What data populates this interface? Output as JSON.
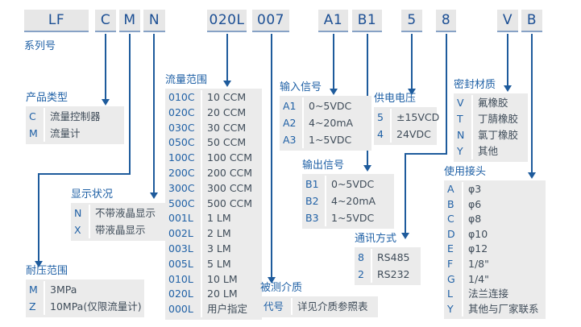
{
  "model_code": {
    "series_label": "系列号",
    "boxes": [
      {
        "label": "LF"
      },
      {
        "label": "C"
      },
      {
        "label": "M"
      },
      {
        "label": "N"
      },
      {
        "label": "020L"
      },
      {
        "label": "007"
      },
      {
        "label": "A1"
      },
      {
        "label": "B1"
      },
      {
        "label": "5"
      },
      {
        "label": "8"
      },
      {
        "label": "V"
      },
      {
        "label": "B"
      }
    ]
  },
  "sections": {
    "product_type": {
      "title": "产品类型",
      "items": [
        {
          "code": "C",
          "desc": "流量控制器"
        },
        {
          "code": "M",
          "desc": "流量计"
        }
      ]
    },
    "display_status": {
      "title": "显示状况",
      "items": [
        {
          "code": "N",
          "desc": "不带液晶显示"
        },
        {
          "code": "X",
          "desc": "带液晶显示"
        }
      ]
    },
    "pressure_range": {
      "title": "耐压范围",
      "items": [
        {
          "code": "M",
          "desc": "3MPa"
        },
        {
          "code": "Z",
          "desc": "10MPa(仅限流量计)"
        }
      ]
    },
    "flow_range": {
      "title": "流量范围",
      "items": [
        {
          "code": "010C",
          "desc": "10 CCM"
        },
        {
          "code": "020C",
          "desc": "20 CCM"
        },
        {
          "code": "030C",
          "desc": "30 CCM"
        },
        {
          "code": "050C",
          "desc": "50 CCM"
        },
        {
          "code": "100C",
          "desc": "100 CCM"
        },
        {
          "code": "200C",
          "desc": "200 CCM"
        },
        {
          "code": "300C",
          "desc": "300 CCM"
        },
        {
          "code": "500C",
          "desc": "500 CCM"
        },
        {
          "code": "001L",
          "desc": "1 LM"
        },
        {
          "code": "002L",
          "desc": "2 LM"
        },
        {
          "code": "003L",
          "desc": "3 LM"
        },
        {
          "code": "005L",
          "desc": "5 LM"
        },
        {
          "code": "010L",
          "desc": "10 LM"
        },
        {
          "code": "020L",
          "desc": "20 LM"
        },
        {
          "code": "000L",
          "desc": "用户指定"
        }
      ]
    },
    "measured_medium": {
      "title": "被测介质",
      "items": [
        {
          "code": "代号",
          "desc": "详见介质参照表"
        }
      ]
    },
    "input_signal": {
      "title": "输入信号",
      "items": [
        {
          "code": "A1",
          "desc": "0~5VDC"
        },
        {
          "code": "A2",
          "desc": "4~20mA"
        },
        {
          "code": "A3",
          "desc": "1~5VDC"
        }
      ]
    },
    "output_signal": {
      "title": "输出信号",
      "items": [
        {
          "code": "B1",
          "desc": "0~5VDC"
        },
        {
          "code": "B2",
          "desc": "4~20mA"
        },
        {
          "code": "B3",
          "desc": "1~5VDC"
        }
      ]
    },
    "supply_voltage": {
      "title": "供电电压",
      "items": [
        {
          "code": "5",
          "desc": "±15VCD"
        },
        {
          "code": "4",
          "desc": "24VDC"
        }
      ]
    },
    "communication": {
      "title": "通讯方式",
      "items": [
        {
          "code": "8",
          "desc": "RS485"
        },
        {
          "code": "2",
          "desc": "RS232"
        }
      ]
    },
    "seal_material": {
      "title": "密封材质",
      "items": [
        {
          "code": "V",
          "desc": "氟橡胶"
        },
        {
          "code": "T",
          "desc": "丁腈橡胶"
        },
        {
          "code": "N",
          "desc": "氯丁橡胶"
        },
        {
          "code": "Y",
          "desc": "其他"
        }
      ]
    },
    "connector": {
      "title": "使用接头",
      "items": [
        {
          "code": "A",
          "desc": "φ3"
        },
        {
          "code": "B",
          "desc": "φ6"
        },
        {
          "code": "C",
          "desc": "φ8"
        },
        {
          "code": "D",
          "desc": "φ10"
        },
        {
          "code": "E",
          "desc": "φ12"
        },
        {
          "code": "F",
          "desc": "1/8\""
        },
        {
          "code": "G",
          "desc": "1/4\""
        },
        {
          "code": "L",
          "desc": "法兰连接"
        },
        {
          "code": "Y",
          "desc": "其他与厂家联系"
        }
      ]
    }
  },
  "colors": {
    "line": "#1e5b9c",
    "code_text": "#2061a6",
    "desc_text": "#3f4c59",
    "box_fill": "#ebebeb",
    "topbox_fill": "#e7e7e7",
    "topbox_underline": "#87a2c6"
  }
}
